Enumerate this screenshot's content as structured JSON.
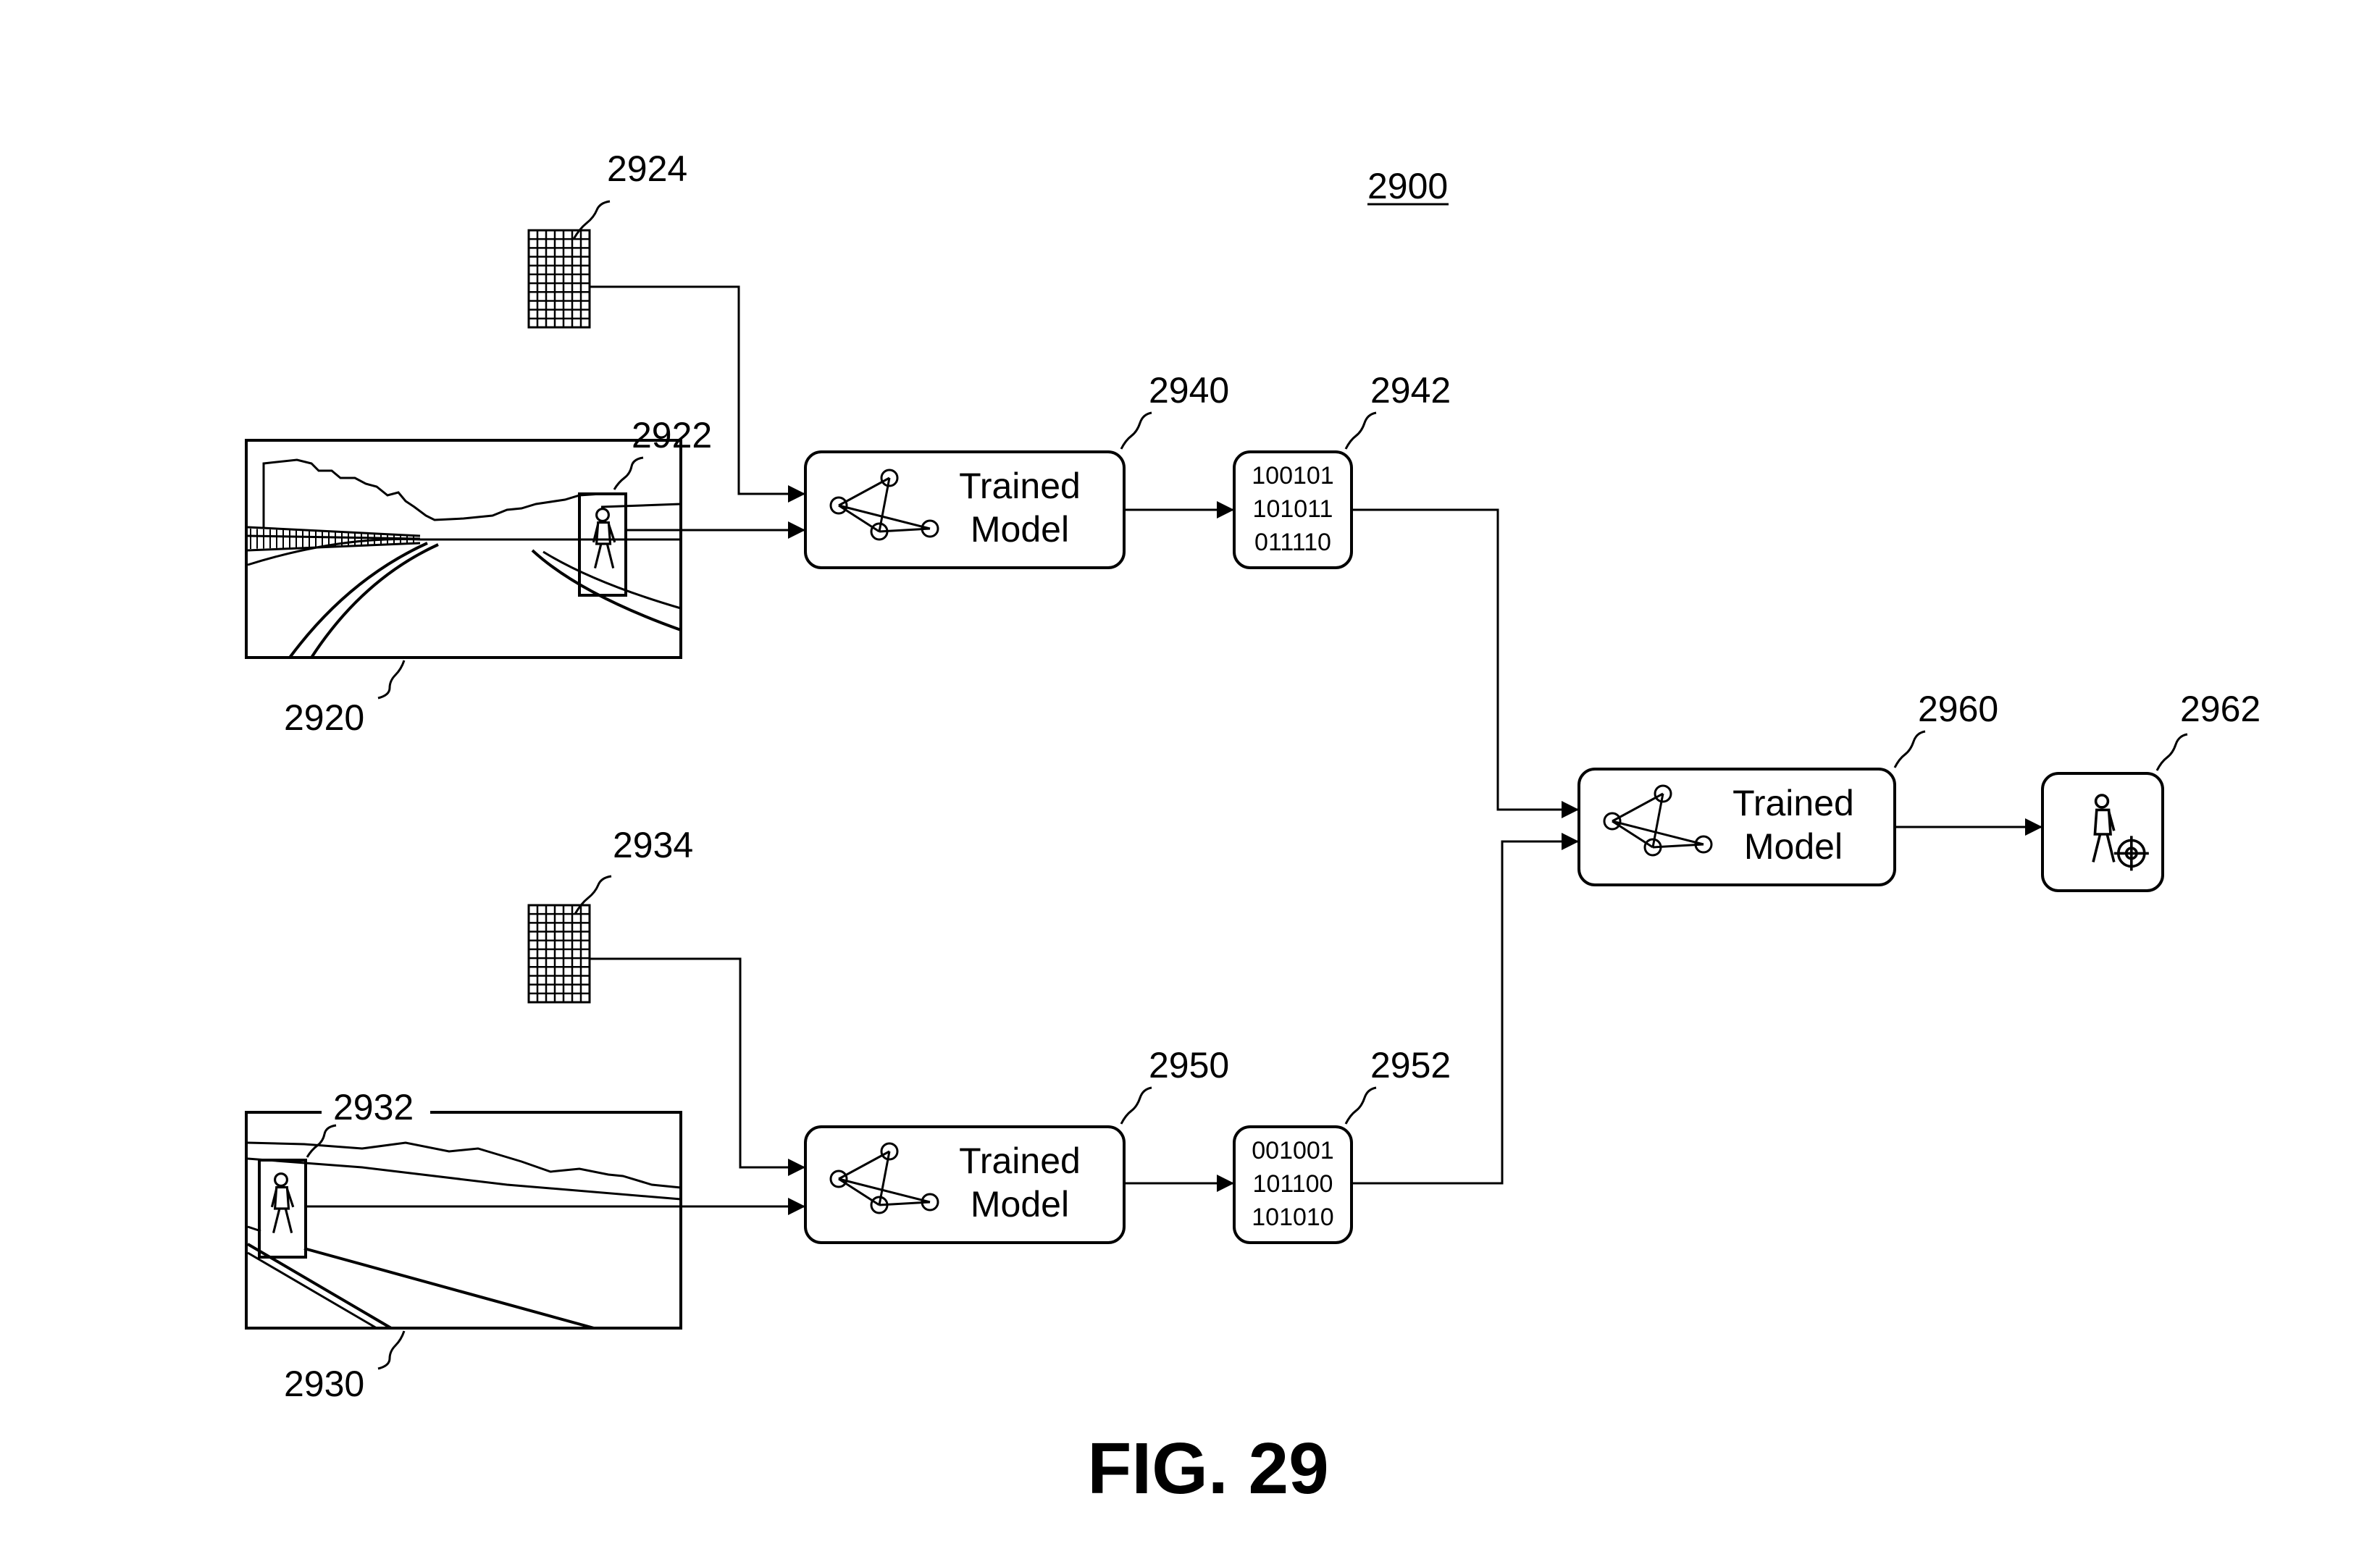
{
  "figure": {
    "number_label": "2900",
    "caption": "FIG. 29"
  },
  "colors": {
    "ink": "#000000",
    "paper": "#ffffff"
  },
  "sensors": {
    "top_grid": {
      "ref": "2924",
      "icon": "sensor-grid-icon"
    },
    "bottom_grid": {
      "ref": "2934",
      "icon": "sensor-grid-icon"
    }
  },
  "images": {
    "top": {
      "ref": "2920",
      "bbox_ref": "2922",
      "icon": "road-scene-image"
    },
    "bottom": {
      "ref": "2930",
      "bbox_ref": "2932",
      "icon": "road-scene-image"
    }
  },
  "models": {
    "top": {
      "ref": "2940",
      "line1": "Trained",
      "line2": "Model",
      "icon": "network-graph-icon"
    },
    "bottom": {
      "ref": "2950",
      "line1": "Trained",
      "line2": "Model",
      "icon": "network-graph-icon"
    },
    "fusion": {
      "ref": "2960",
      "line1": "Trained",
      "line2": "Model",
      "icon": "network-graph-icon"
    }
  },
  "features": {
    "top": {
      "ref": "2942",
      "bits": [
        "100101",
        "101011",
        "011110"
      ]
    },
    "bottom": {
      "ref": "2952",
      "bits": [
        "001001",
        "101100",
        "101010"
      ]
    }
  },
  "output": {
    "ref": "2962",
    "icon": "pedestrian-target-icon"
  }
}
